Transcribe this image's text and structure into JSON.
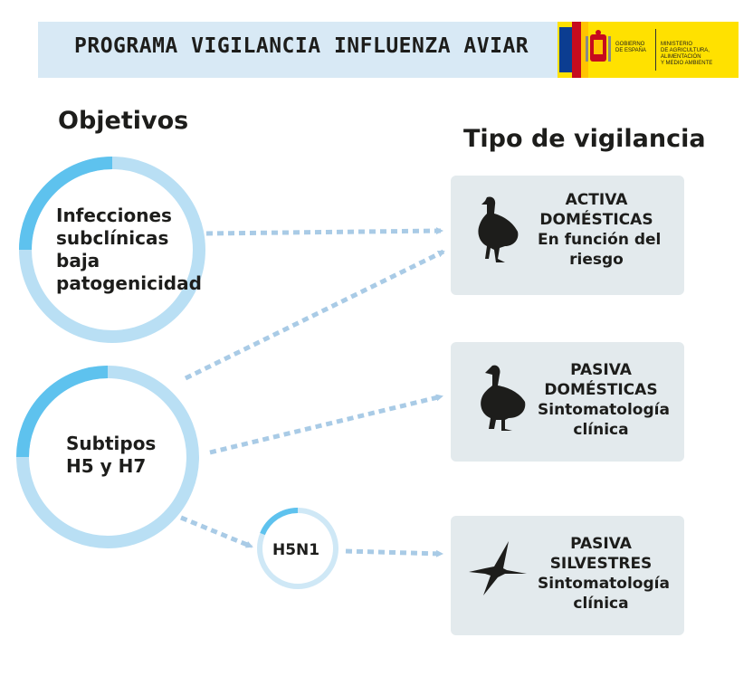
{
  "header": {
    "title": "PROGRAMA VIGILANCIA INFLUENZA AVIAR",
    "logo": {
      "gov_line1": "GOBIERNO",
      "gov_line2": "DE ESPAÑA",
      "min_line1": "MINISTERIO",
      "min_line2": "DE AGRICULTURA, ALIMENTACIÓN",
      "min_line3": "Y MEDIO AMBIENTE"
    }
  },
  "left_title": "Objetivos",
  "right_title": "Tipo de vigilancia",
  "objectives": {
    "infections": "Infecciones\nsubclínicas\nbaja\npatogenicidad",
    "subtypes": "Subtipos\nH5 y H7",
    "h5n1": "H5N1"
  },
  "surveillance": [
    {
      "line1": "ACTIVA",
      "line2": "DOMÉSTICAS",
      "line3": "En función del",
      "line4": "riesgo",
      "icon": "duck-icon"
    },
    {
      "line1": "PASIVA",
      "line2": "DOMÉSTICAS",
      "line3": "Sintomatología",
      "line4": "clínica",
      "icon": "goose-icon"
    },
    {
      "line1": "PASIVA",
      "line2": "SILVESTRES",
      "line3": "Sintomatología",
      "line4": "clínica",
      "icon": "flying-bird-icon"
    }
  ],
  "colors": {
    "ring_light": "#b9dff4",
    "ring_dark": "#5ec2ee",
    "arrow": "#a9cbe6",
    "box": "#e3eaed"
  }
}
